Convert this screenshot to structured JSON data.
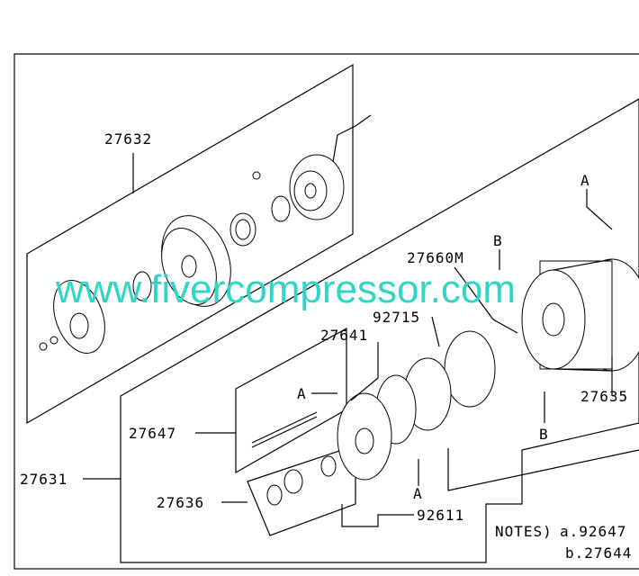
{
  "labels": {
    "p27632": "27632",
    "p27660m": "27660M",
    "p92715": "92715",
    "p27641": "27641",
    "p27647": "27647",
    "p27631": "27631",
    "p27636": "27636",
    "p92611": "92611",
    "p27635": "27635",
    "a1": "A",
    "a2": "A",
    "a3": "A",
    "b1": "B",
    "b2": "B"
  },
  "notes": {
    "title": "NOTES)",
    "line_a": "a.92647",
    "line_b": "b.27644"
  },
  "watermark": "www.fivercompressor.com"
}
